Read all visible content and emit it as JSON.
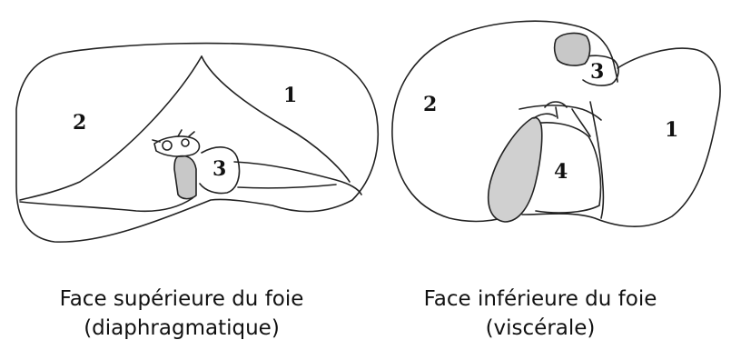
{
  "diagram": {
    "left_view": {
      "labels": [
        "1",
        "2",
        "3"
      ],
      "caption_line1": "Face supérieure du foie",
      "caption_line2": "(diaphragmatique)"
    },
    "right_view": {
      "labels": [
        "1",
        "2",
        "3",
        "4"
      ],
      "caption_line1": "Face inférieure du foie",
      "caption_line2": "(viscérale)"
    }
  }
}
